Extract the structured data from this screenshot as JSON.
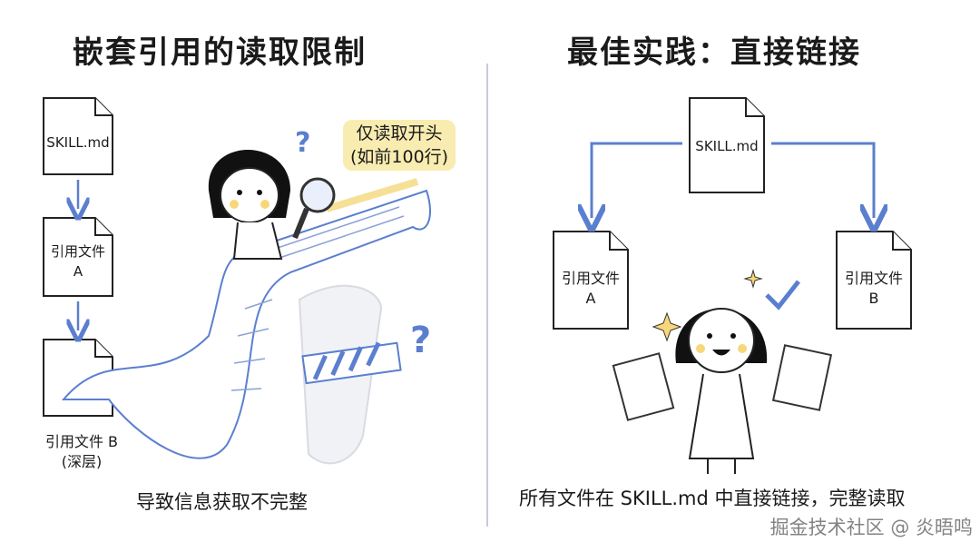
{
  "left_panel": {
    "title": "嵌套引用的读取限制",
    "docs": [
      {
        "label": "SKILL.md"
      },
      {
        "label": "引用文件\nA",
        "line1": "引用文件",
        "line2": "A"
      },
      {
        "label": "引用文件 B\n(深层)",
        "line1": "引用文件 B",
        "line2": "(深层)"
      }
    ],
    "note": {
      "line1": "仅读取开头",
      "line2": "(如前100行)"
    },
    "question_marks": [
      "?",
      "?"
    ],
    "caption": "导致信息获取不完整"
  },
  "right_panel": {
    "title": "最佳实践：直接链接",
    "root_doc": "SKILL.md",
    "docs": [
      {
        "line1": "引用文件",
        "line2": "A"
      },
      {
        "line1": "引用文件",
        "line2": "B"
      }
    ],
    "caption": "所有文件在 SKILL.md 中直接链接，完整读取"
  },
  "watermark": "掘金技术社区 @ 炎晤鸣",
  "colors": {
    "arrow": "#5b7fcf",
    "note": "#f8ecb0",
    "paper_accent": "#c9d6f2"
  }
}
